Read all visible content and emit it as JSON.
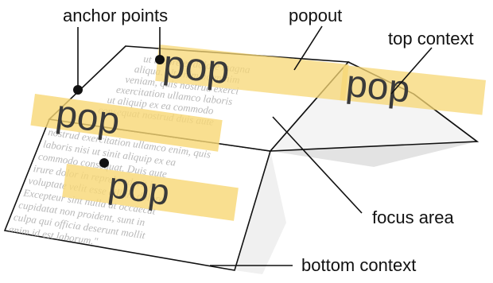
{
  "labels": {
    "anchor_points": "anchor points",
    "popout": "popout",
    "top_context": "top context",
    "focus_area": "focus area",
    "bottom_context": "bottom context"
  },
  "popouts": {
    "word": "pop"
  },
  "colors": {
    "highlight": "#f7d774",
    "paper": "#ffffff",
    "shadow": "#d9d9d9",
    "outline": "#111111",
    "ghost_text": "#b8b8b8"
  }
}
